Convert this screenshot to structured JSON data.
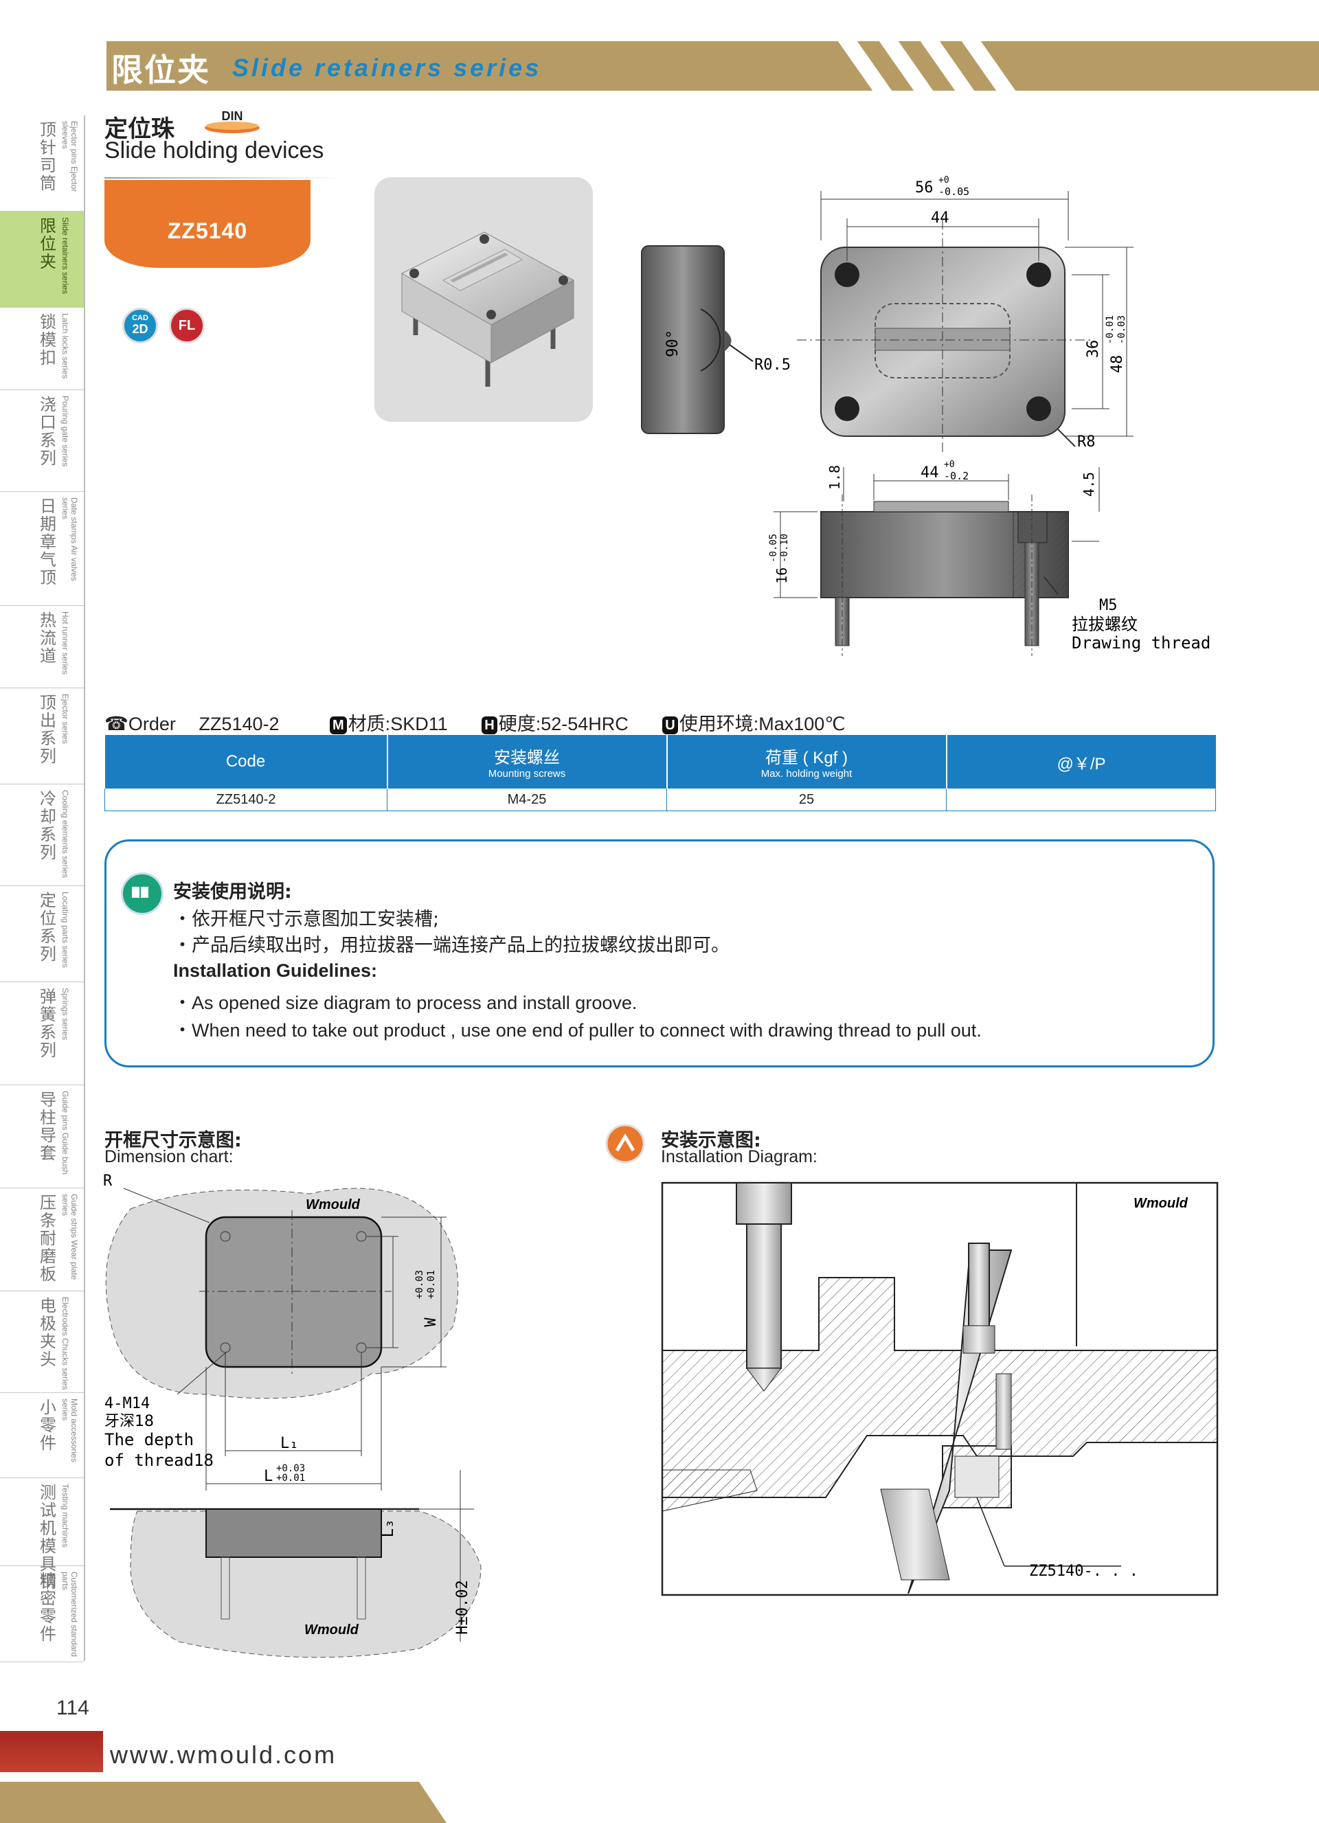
{
  "header": {
    "title_cn": "限位夹",
    "title_en": "Slide retainers series"
  },
  "sidebar": {
    "items": [
      {
        "cn": "顶针司筒",
        "en": "Ejector pins Ejector sleeves",
        "active": false
      },
      {
        "cn": "限位夹",
        "en": "Slide retainers series",
        "active": true
      },
      {
        "cn": "锁模扣",
        "en": "Latch locks series",
        "active": false
      },
      {
        "cn": "浇口系列",
        "en": "Pouring gate series",
        "active": false
      },
      {
        "cn": "日期章气顶",
        "en": "Date stamps Air valves series",
        "active": false
      },
      {
        "cn": "热流道",
        "en": "Hot runner series",
        "active": false
      },
      {
        "cn": "顶出系列",
        "en": "Ejector series",
        "active": false
      },
      {
        "cn": "冷却系列",
        "en": "Cooling elements series",
        "active": false
      },
      {
        "cn": "定位系列",
        "en": "Locating parts series",
        "active": false
      },
      {
        "cn": "弹簧系列",
        "en": "Springs series",
        "active": false
      },
      {
        "cn": "导柱导套",
        "en": "Guide pins Guide bush",
        "active": false
      },
      {
        "cn": "压条耐磨板",
        "en": "Guide strips Wear plate series",
        "active": false
      },
      {
        "cn": "电极夹头",
        "en": "Electrodes Chucks series",
        "active": false
      },
      {
        "cn": "小零件",
        "en": "Mold accessories series",
        "active": false
      },
      {
        "cn": "测试机模具钢",
        "en": "Testing machines",
        "active": false
      },
      {
        "cn": "精密零件",
        "en": "Customerized standard parts",
        "active": false
      }
    ]
  },
  "product": {
    "title_cn": "定位珠",
    "title_en": "Slide holding devices",
    "din": "DIN",
    "code": "ZZ5140",
    "badge_cad_top": "CAD",
    "badge_cad": "2D",
    "badge_fl": "FL"
  },
  "drawing": {
    "top_width": "56",
    "top_width_tol_up": "+0",
    "top_width_tol_dn": "-0.05",
    "inner_width": "44",
    "inner_height": "36",
    "height": "48",
    "height_tol_up": "-0.01",
    "height_tol_dn": "-0.03",
    "corner": "R8",
    "ball_radius": "R0.5",
    "angle": "90°",
    "side_width": "44",
    "side_width_tol_up": "+0",
    "side_width_tol_dn": "-0.2",
    "side_step": "1.8",
    "side_right": "4.5",
    "thickness": "16",
    "thickness_tol_up": "-0.05",
    "thickness_tol_dn": "-0.10",
    "thread": "M5",
    "thread_cn": "拉拔螺纹",
    "thread_en": "Drawing thread"
  },
  "order": {
    "order_label": "Order",
    "order_code": "ZZ5140-2",
    "material_icon": "M",
    "material": "材质:SKD11",
    "hardness_icon": "H",
    "hardness": "硬度:52-54HRC",
    "env_icon": "U",
    "env": "使用环境:Max100℃"
  },
  "table": {
    "headers": [
      {
        "main": "Code",
        "sub": ""
      },
      {
        "main": "安装螺丝",
        "sub": "Mounting screws"
      },
      {
        "main": "荷重 ( Kgf )",
        "sub": "Max. holding weight"
      },
      {
        "main": "@￥/P",
        "sub": ""
      }
    ],
    "rows": [
      [
        "ZZ5140-2",
        "M4-25",
        "25",
        ""
      ]
    ]
  },
  "guide": {
    "title_cn": "安装使用说明:",
    "line1_cn": "・依开框尺寸示意图加工安装槽;",
    "line2_cn": "・产品后续取出时，用拉拔器一端连接产品上的拉拔螺纹拔出即可。",
    "title_en": "Installation Guidelines:",
    "line1_en": "・As opened size diagram to process and install groove.",
    "line2_en": "・When need to take out product , use one end of puller to connect with drawing thread to pull out."
  },
  "dimension": {
    "title_cn": "开框尺寸示意图:",
    "title_en": "Dimension chart:",
    "r": "R",
    "l3": "L₃",
    "w": "W",
    "w_tol_up": "+0.03",
    "w_tol_dn": "+0.01",
    "thread_a": "4-M14",
    "thread_b": "牙深18",
    "thread_c": "The depth",
    "thread_d": "of thread18",
    "l1": "L₁",
    "l": "L",
    "l_tol_up": "+0.03",
    "l_tol_dn": "+0.01",
    "h": "H±0.02",
    "watermark": "Wmould"
  },
  "install": {
    "title_cn": "安装示意图:",
    "title_en": "Installation Diagram:",
    "part_label": "ZZ5140-. . .",
    "watermark": "Wmould"
  },
  "footer": {
    "page": "114",
    "website": "www.wmould.com"
  },
  "colors": {
    "brand_gold": "#b69c64",
    "blue": "#1b7dc1",
    "orange": "#e9782c",
    "active_green": "#bfdc8a"
  }
}
